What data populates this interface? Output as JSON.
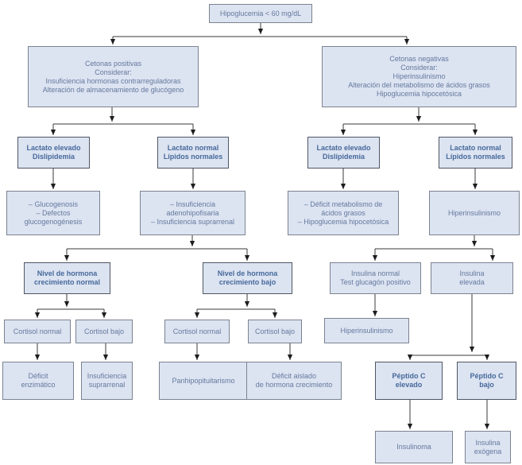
{
  "diagram_title": "Hipoglucemia flowchart",
  "colors": {
    "box_fill": "#dce3f1",
    "box_border": "#7b8290",
    "bold_box_border": "#4f5663",
    "text": "#64799e",
    "bold_text": "#46699b",
    "connector": "#3a3a3a",
    "background": "#ffffff"
  },
  "nodes": {
    "hipoglucemia": "Hipoglucemia < 60 mg/dL",
    "cetonas_positivas": "Cetonas positivas\nConsiderar:\nInsuficiencia hormonas contrarreguladoras\nAlteración de almacenamiento de glucógeno",
    "cetonas_negativas": "Cetonas negativas\nConsiderar:\nHiperinsulinismo\nAlteración del metabolismo de ácidos grasos\nHipoglucemia hipocetósica",
    "lactato_elevado_izq": "Lactato elevado\nDislipidemia",
    "lactato_normal_izq": "Lactato normal\nLípidos normales",
    "lactato_elevado_der": "Lactato elevado\nDislipidemia",
    "lactato_normal_der": "Lactato normal\nLípidos normales",
    "glucogenosis": "– Glucogenosis\n– Defectos\nglucogenogénesis",
    "adenohipofisaria": "– Insuficiencia\nadenohipofisaria\n– Insuficiencia suprarrenal",
    "deficit_metabolismo": "– Déficit metabolismo de\nácidos grasos\n– Hipoglucemia hipocetósica",
    "hiperinsulinismo_1": "Hiperinsulinismo",
    "nivel_hormona_normal": "Nivel de hormona\ncrecimiento normal",
    "nivel_hormona_bajo": "Nivel de hormona\ncrecimiento bajo",
    "insulina_normal": "Insulina normal\nTest glucagón positivo",
    "insulina_elevada": "Insulina\nelevada",
    "cortisol_normal_1": "Cortisol normal",
    "cortisol_bajo_1": "Cortisol bajo",
    "cortisol_normal_2": "Cortisol normal",
    "cortisol_bajo_2": "Cortisol bajo",
    "hiperinsulinismo_2": "Hiperinsulinismo",
    "deficit_enzimatico": "Déficit\nenzimático",
    "insuficiencia_suprarrenal": "Insuficiencia\nsuprarrenal",
    "panhipopituitarismo": "Panhipopituitarismo",
    "deficit_aislado": "Déficit aislado\nde hormona crecimiento",
    "peptido_c_elevado": "Péptido C\nelevado",
    "peptido_c_bajo": "Péptido C\nbajo",
    "insulinoma": "Insulinoma",
    "insulina_exogena": "Insulina\nexógena"
  },
  "edges": [
    [
      "hipoglucemia",
      "cetonas_positivas"
    ],
    [
      "hipoglucemia",
      "cetonas_negativas"
    ],
    [
      "cetonas_positivas",
      "lactato_elevado_izq"
    ],
    [
      "cetonas_positivas",
      "lactato_normal_izq"
    ],
    [
      "cetonas_negativas",
      "lactato_elevado_der"
    ],
    [
      "cetonas_negativas",
      "lactato_normal_der"
    ],
    [
      "lactato_elevado_izq",
      "glucogenosis"
    ],
    [
      "lactato_normal_izq",
      "adenohipofisaria"
    ],
    [
      "lactato_elevado_der",
      "deficit_metabolismo"
    ],
    [
      "lactato_normal_der",
      "hiperinsulinismo_1"
    ],
    [
      "adenohipofisaria",
      "nivel_hormona_normal"
    ],
    [
      "adenohipofisaria",
      "nivel_hormona_bajo"
    ],
    [
      "hiperinsulinismo_1",
      "insulina_normal"
    ],
    [
      "hiperinsulinismo_1",
      "insulina_elevada"
    ],
    [
      "nivel_hormona_normal",
      "cortisol_normal_1"
    ],
    [
      "nivel_hormona_normal",
      "cortisol_bajo_1"
    ],
    [
      "nivel_hormona_bajo",
      "cortisol_normal_2"
    ],
    [
      "nivel_hormona_bajo",
      "cortisol_bajo_2"
    ],
    [
      "insulina_normal",
      "hiperinsulinismo_2"
    ],
    [
      "insulina_elevada",
      "peptido_c_elevado"
    ],
    [
      "insulina_elevada",
      "peptido_c_bajo"
    ],
    [
      "cortisol_normal_1",
      "deficit_enzimatico"
    ],
    [
      "cortisol_bajo_1",
      "insuficiencia_suprarrenal"
    ],
    [
      "cortisol_normal_2",
      "panhipopituitarismo"
    ],
    [
      "cortisol_bajo_2",
      "deficit_aislado"
    ],
    [
      "peptido_c_elevado",
      "insulinoma"
    ],
    [
      "peptido_c_bajo",
      "insulina_exogena"
    ]
  ]
}
